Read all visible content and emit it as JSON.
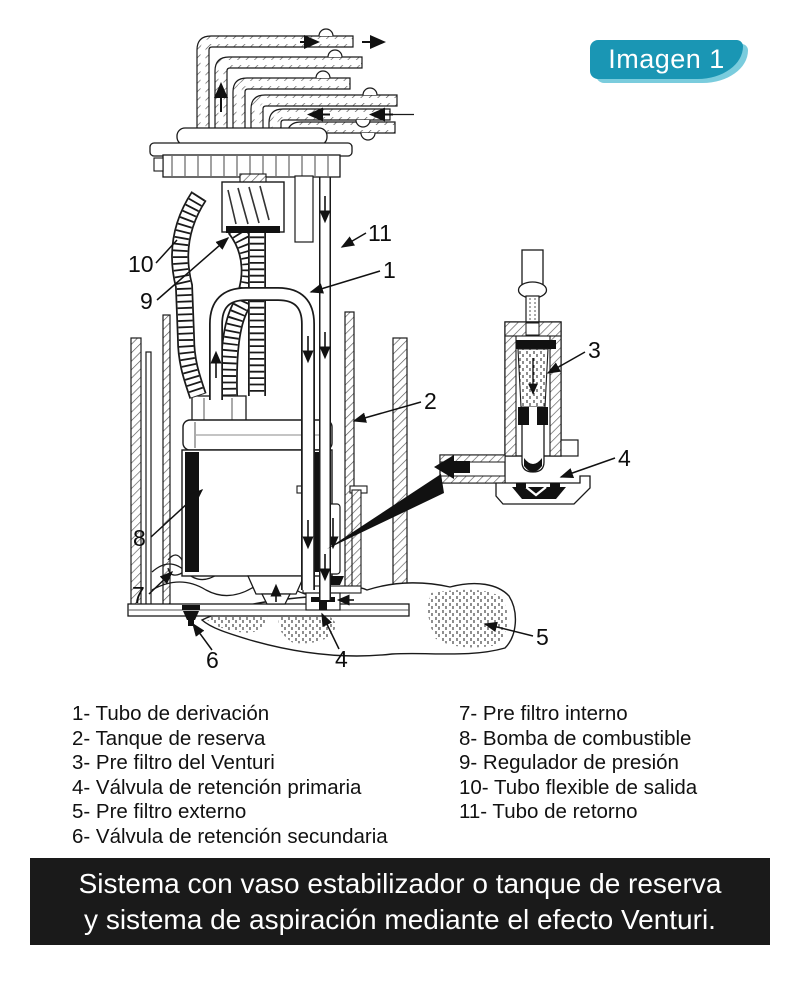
{
  "badge": {
    "label": "Imagen 1",
    "bg_color": "#1a96b4",
    "text_color": "#ffffff"
  },
  "diagram": {
    "description": "Corte esquemático de módulo de bomba de combustible con vaso estabilizador y detalle del Venturi",
    "callouts": {
      "c1": "1",
      "c2": "2",
      "c3": "3",
      "c4_main": "4",
      "c4_detail": "4",
      "c5": "5",
      "c6": "6",
      "c7": "7",
      "c8": "8",
      "c9": "9",
      "c10": "10",
      "c11": "11"
    }
  },
  "legend": {
    "left": [
      "1- Tubo de derivación",
      "2- Tanque de reserva",
      "3- Pre filtro del Venturi",
      "4- Válvula de retención primaria",
      "5- Pre filtro externo",
      "6- Válvula de retención secundaria"
    ],
    "right": [
      "7- Pre filtro interno",
      "8- Bomba de combustible",
      "9- Regulador de presión",
      "10- Tubo flexible de salida",
      "11- Tubo de retorno"
    ]
  },
  "caption": {
    "line1": "Sistema con vaso estabilizador o tanque de reserva",
    "line2": "y sistema de aspiración mediante el efecto Venturi."
  }
}
